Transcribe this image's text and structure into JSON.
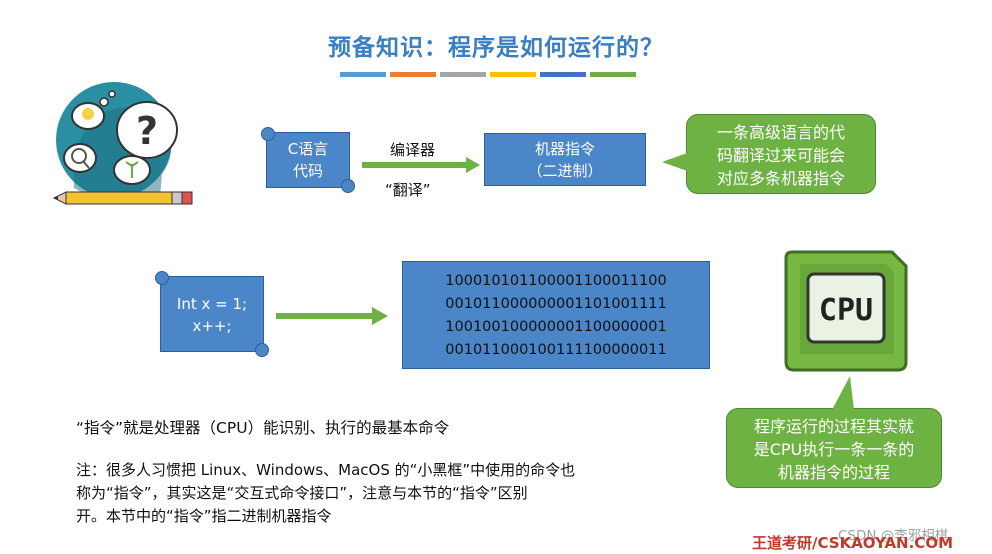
{
  "title": "预备知识：程序是如何运行的？",
  "title_bar_colors": [
    "#5b9bd5",
    "#ed7d31",
    "#a5a5a5",
    "#ffc000",
    "#4472c4",
    "#70ad47"
  ],
  "source_scroll": {
    "line1": "C语言",
    "line2": "代码"
  },
  "compiler": {
    "label": "编译器",
    "caption": "“翻译”"
  },
  "machine_box": {
    "line1": "机器指令",
    "line2": "（二进制）"
  },
  "callout_top": [
    "一条高级语言的代",
    "码翻译过来可能会",
    "对应多条机器指令"
  ],
  "code_scroll": {
    "line1": "Int x = 1;",
    "line2": "x++;"
  },
  "binary_lines": [
    "100010101100001100011100",
    "001011000000001101001111",
    "100100100000001100000001",
    "001011000100111100000011"
  ],
  "cpu_label": "CPU",
  "callout_bottom": [
    "程序运行的过程其实就",
    "是CPU执行一条一条的",
    "机器指令的过程"
  ],
  "definition": "“指令”就是处理器（CPU）能识别、执行的最基本命令",
  "note_lines": [
    "注：很多人习惯把 Linux、Windows、MacOS 的“小黑框”中使用的命令也",
    "称为“指令”，其实这是“交互式命令接口”，注意与本节的“指令”区别",
    "开。本节中的“指令”指二进制机器指令"
  ],
  "brand": "王道考研/CSKAOYAN.COM",
  "watermark": "CSDN @李邪相棋",
  "icons": {
    "thinking": "thinking-head-icon",
    "cpu": "cpu-chip-icon",
    "pencil": "pencil-icon"
  }
}
